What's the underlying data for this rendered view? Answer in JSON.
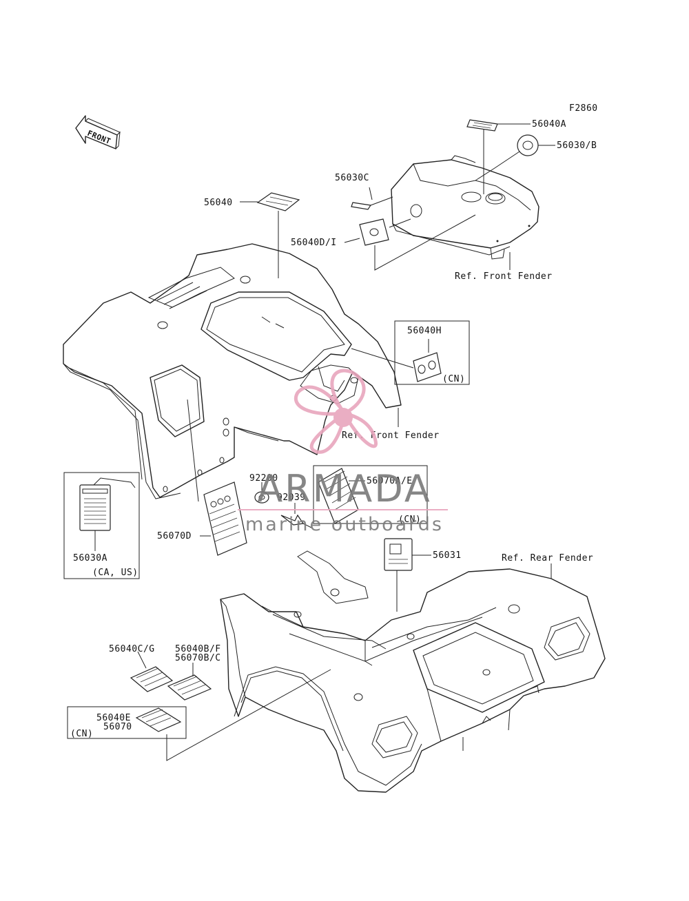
{
  "figure_code": "F2860",
  "direction_arrow": "FRONT",
  "parts": {
    "p56040A": "56040A",
    "p56030B": "56030/B",
    "p56030C": "56030C",
    "p56040": "56040",
    "p56040DI": "56040D/I",
    "p56040H": "56040H",
    "p56040H_note": "(CN)",
    "p92200": "92200",
    "p92039": "92039",
    "p56070AE": "56070A/E",
    "p56070AE_note": "(CN)",
    "p56070D": "56070D",
    "p56030A": "56030A",
    "p56030A_note": "(CA, US)",
    "p56031": "56031",
    "p56040CG": "56040C/G",
    "p56040BF": "56040B/F",
    "p56070BC": "56070B/C",
    "p56040E": "56040E",
    "p56070": "56070",
    "p56040E_note": "(CN)"
  },
  "refs": {
    "front_fender_top": "Ref. Front Fender",
    "front_fender_mid": "Ref. Front Fender",
    "rear_fender": "Ref. Rear Fender"
  },
  "watermark": {
    "brand": "ARMADA",
    "tagline": "marine outboards",
    "color": "#e8a6bd"
  }
}
